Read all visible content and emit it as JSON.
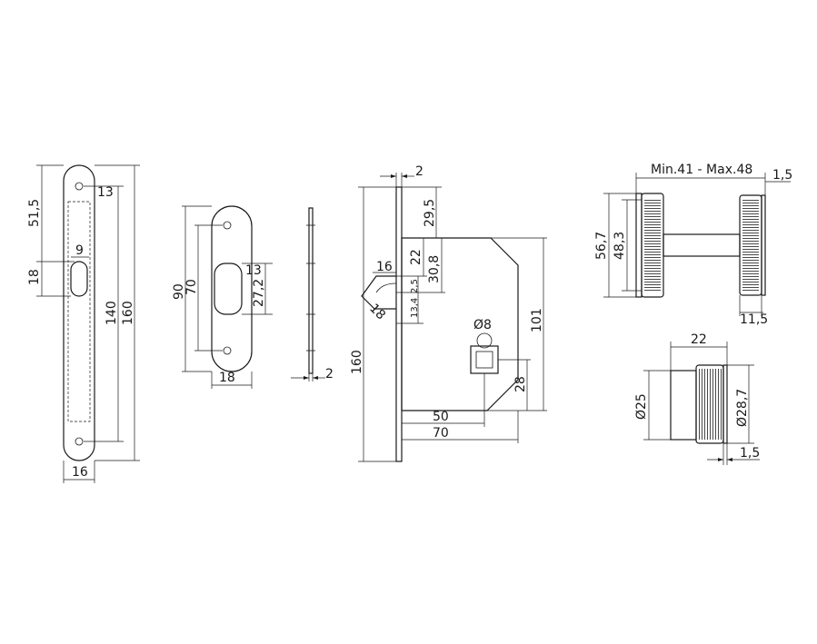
{
  "colors": {
    "line": "#1a1a1a",
    "background": "#ffffff"
  },
  "faceplate": {
    "dim_13": "13",
    "dim_51_5": "51,5",
    "dim_9": "9",
    "dim_18": "18",
    "dim_140": "140",
    "dim_160": "160",
    "dim_16": "16"
  },
  "strike": {
    "dim_90": "90",
    "dim_70": "70",
    "dim_13": "13",
    "dim_27_2": "27,2",
    "dim_18": "18"
  },
  "side_plate": {
    "dim_2": "2"
  },
  "lock_body": {
    "dim_2": "2",
    "dim_29_5": "29,5",
    "dim_22": "22",
    "dim_30_8": "30,8",
    "dim_16": "16",
    "dim_2_5": "2,5",
    "dim_13_4": "13,4",
    "dim_18": "18",
    "dim_phi8": "Ø8",
    "dim_101": "101",
    "dim_160": "160",
    "dim_28": "28",
    "dim_50": "50",
    "dim_70": "70"
  },
  "knob_side": {
    "dim_range": "Min.41 - Max.48",
    "dim_1_5": "1,5",
    "dim_56_7": "56,7",
    "dim_48_3": "48,3",
    "dim_11_5": "11,5"
  },
  "knob_detail": {
    "dim_22": "22",
    "dim_phi25": "Ø25",
    "dim_phi28_7": "Ø28,7",
    "dim_1_5": "1,5"
  }
}
